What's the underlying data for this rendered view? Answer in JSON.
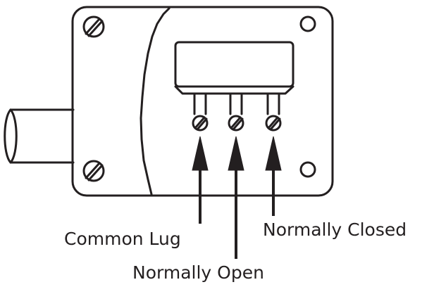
{
  "labels": {
    "common": "Common Lug",
    "normally_closed": "Normally Closed",
    "normally_open": "Normally Open"
  },
  "colors": {
    "line": "#231f20",
    "background": "#ffffff"
  },
  "icons": {
    "screw": "slotted-screw-icon",
    "mount_hole": "mounting-hole-icon",
    "arrow": "up-arrow-icon"
  }
}
